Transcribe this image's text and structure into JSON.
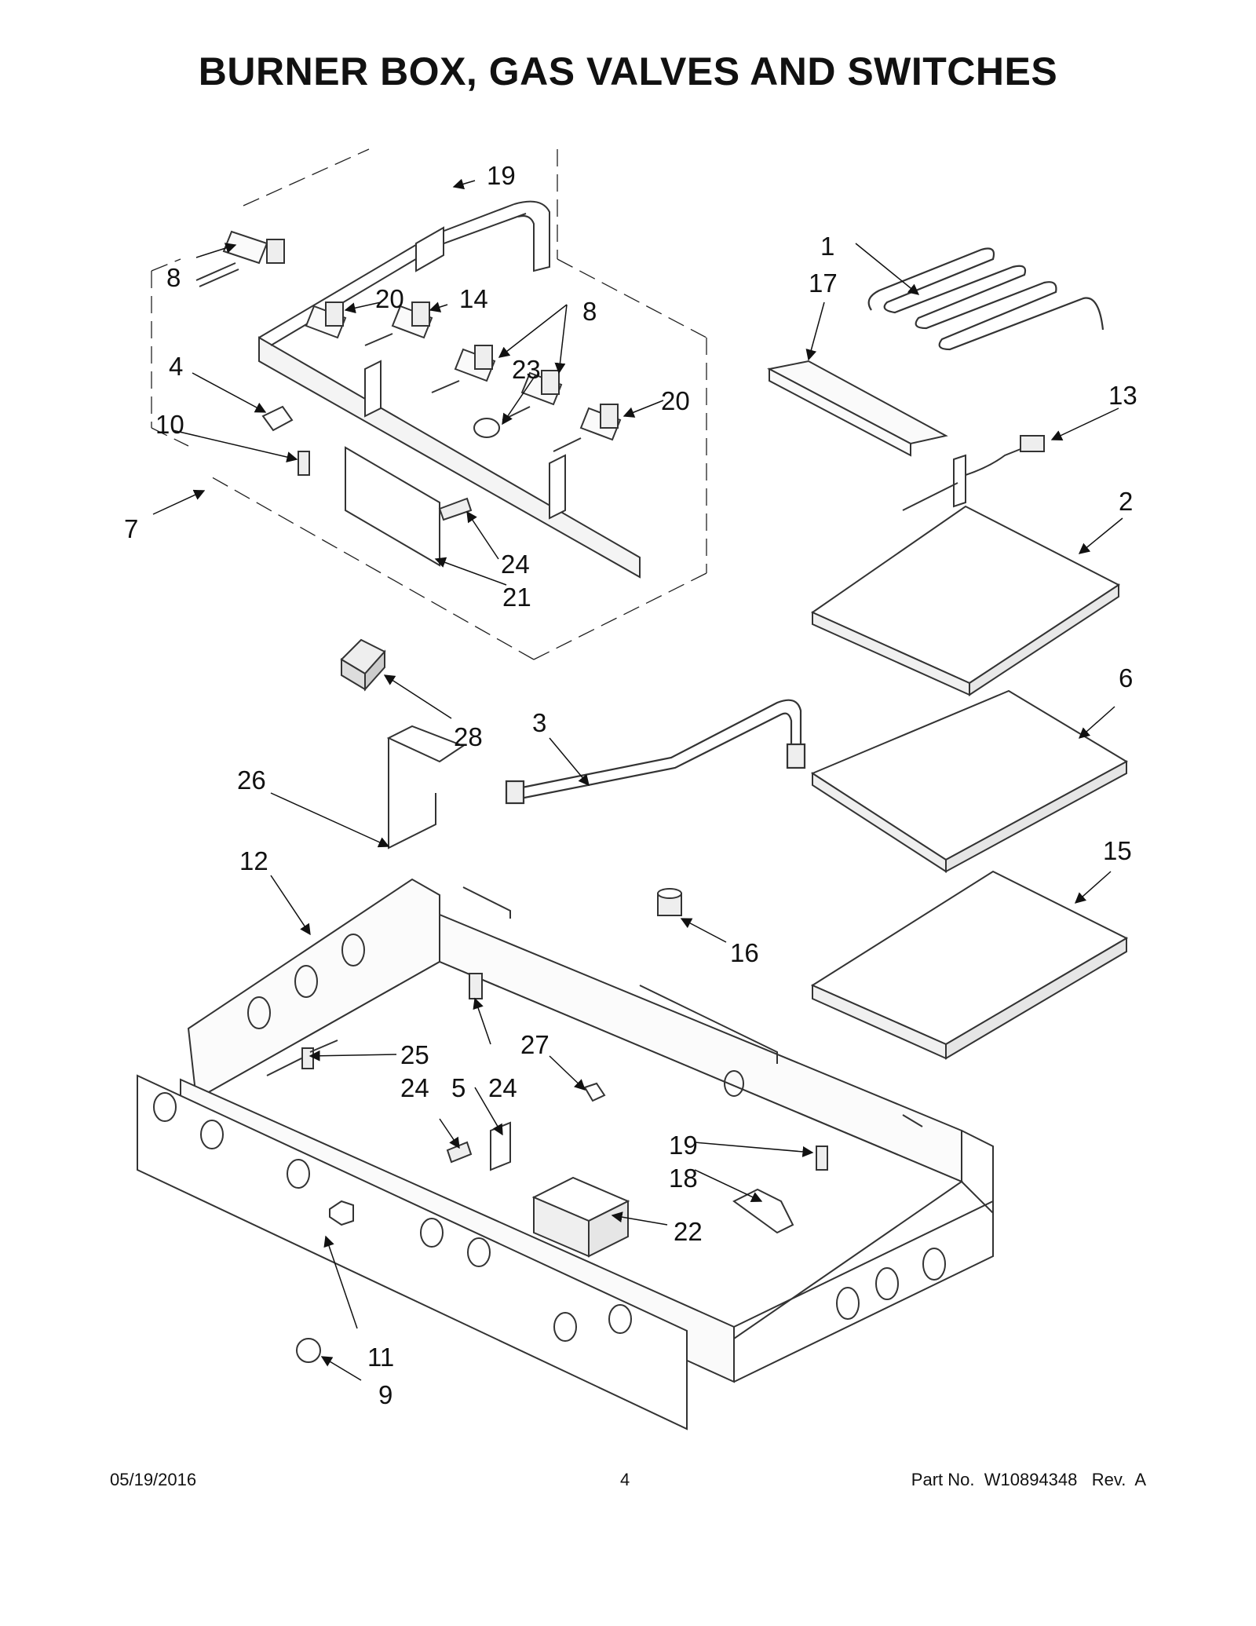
{
  "title": "BURNER BOX, GAS VALVES AND SWITCHES",
  "callouts": {
    "c1": "1",
    "c2": "2",
    "c3": "3",
    "c4": "4",
    "c5": "5",
    "c6": "6",
    "c7": "7",
    "c8a": "8",
    "c8b": "8",
    "c9": "9",
    "c10": "10",
    "c11": "11",
    "c12": "12",
    "c13": "13",
    "c14": "14",
    "c15": "15",
    "c16": "16",
    "c17": "17",
    "c18": "18",
    "c19a": "19",
    "c19b": "19",
    "c20a": "20",
    "c20b": "20",
    "c21": "21",
    "c22": "22",
    "c23": "23",
    "c24a": "24",
    "c24b": "24",
    "c24c": "24",
    "c25": "25",
    "c26": "26",
    "c27": "27",
    "c28": "28"
  },
  "footer": {
    "date": "05/19/2016",
    "page": "4",
    "part": "Part No.  W10894348   Rev.  A"
  }
}
